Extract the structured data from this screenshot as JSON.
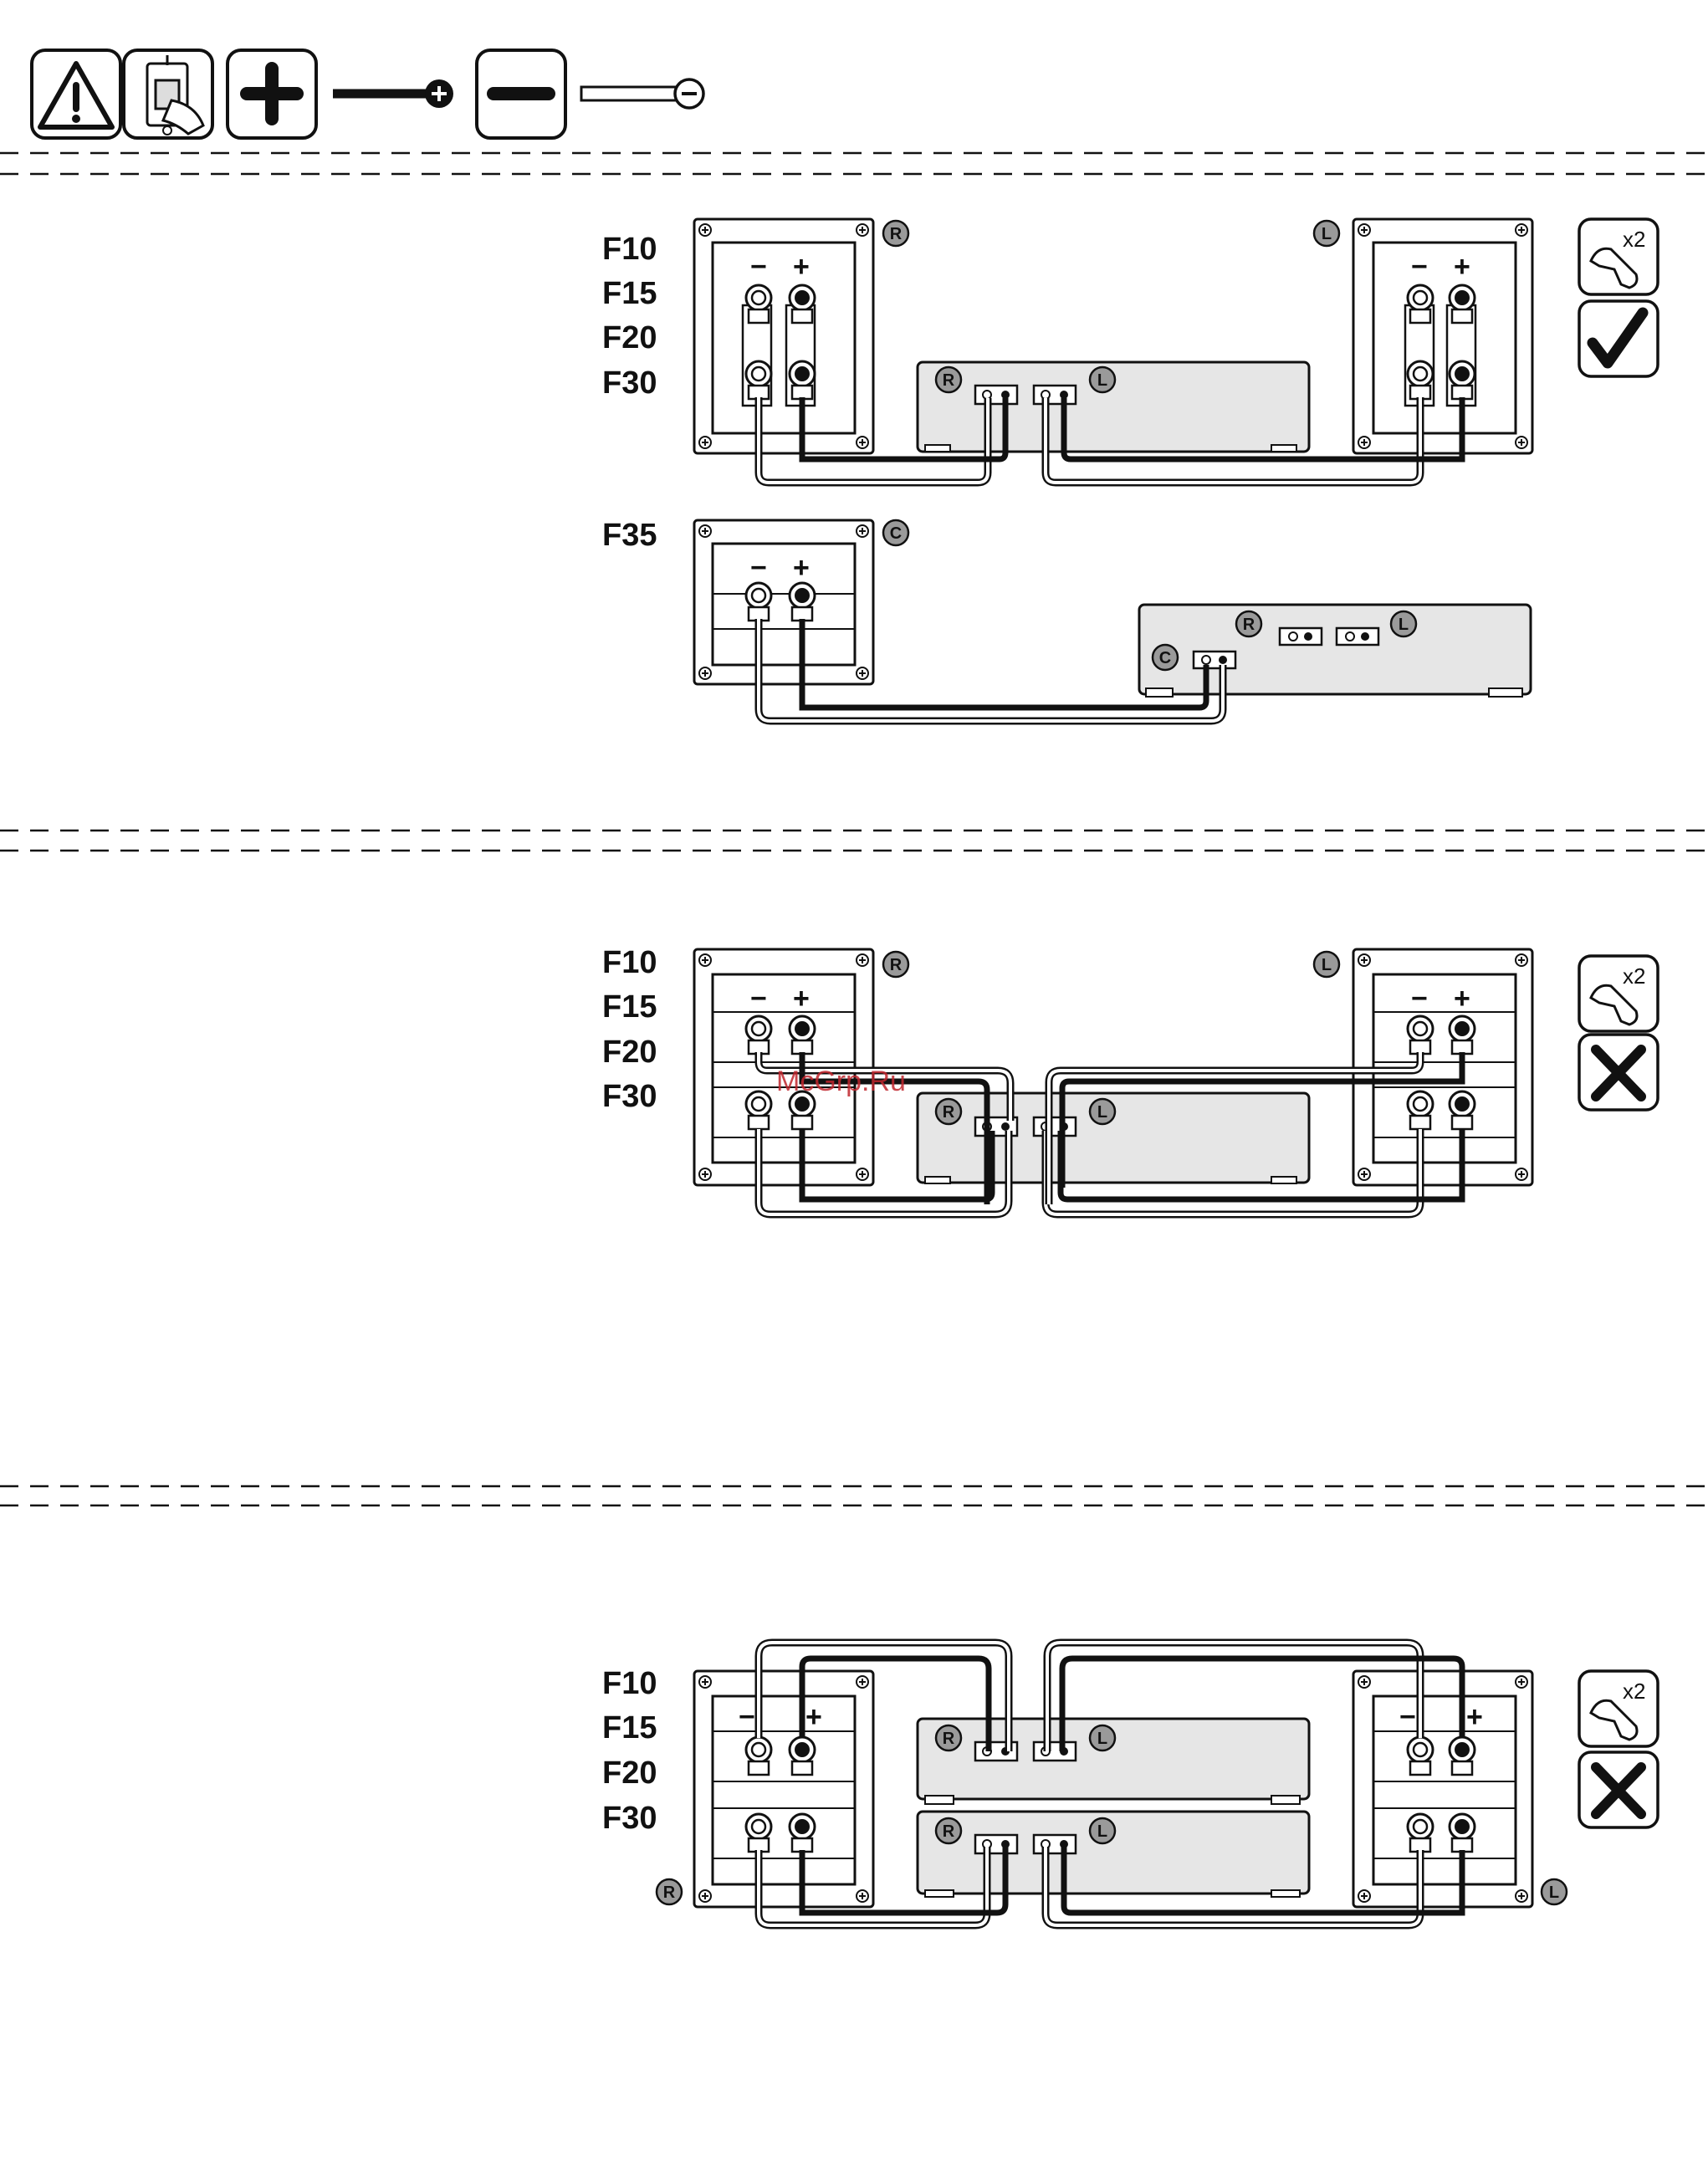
{
  "header": {
    "icons": [
      "warning-icon",
      "power-switch-icon",
      "plus-icon",
      "plus-terminal-wire-icon",
      "minus-icon",
      "minus-terminal-wire-icon"
    ]
  },
  "models": {
    "front": [
      "F10",
      "F15",
      "F20",
      "F30"
    ],
    "center": "F35"
  },
  "terminals": {
    "minus": "−",
    "plus": "+"
  },
  "channels": {
    "right": "R",
    "left": "L",
    "center": "C"
  },
  "badges": {
    "pair_count": "x2"
  },
  "sections": [
    {
      "id": "single-wiring",
      "result": "correct"
    },
    {
      "id": "bi-wiring",
      "result": "incorrect"
    },
    {
      "id": "bi-amping",
      "result": "incorrect"
    }
  ],
  "watermark": "McGrp.Ru"
}
